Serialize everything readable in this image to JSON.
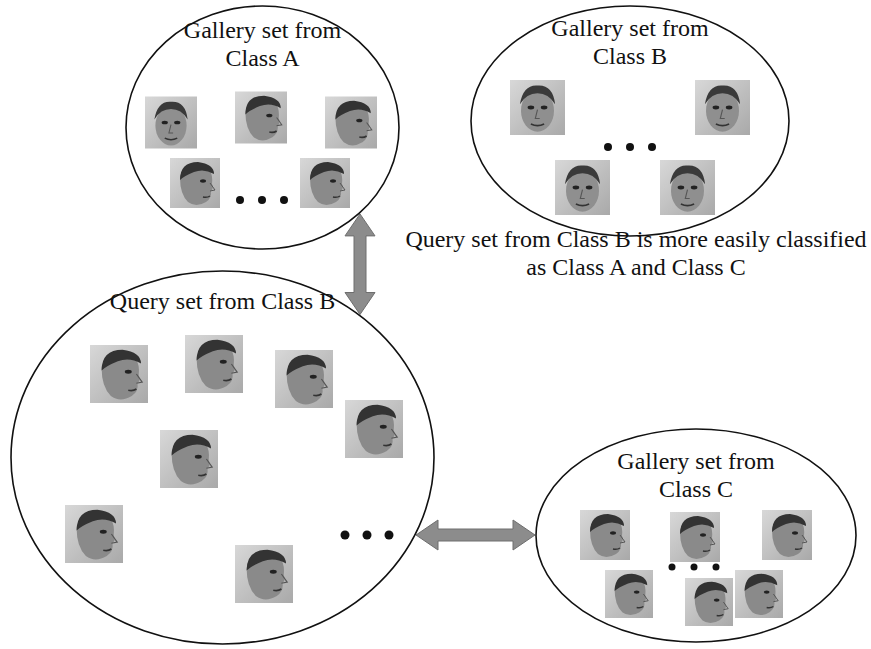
{
  "diagram": {
    "nodes": [
      {
        "text": [
          "Gallery set from Class A"
        ]
      },
      {
        "text": [
          "Gallery set from Class B"
        ]
      },
      {
        "text": [
          "Query set from Class B"
        ]
      },
      {
        "text": [
          "Gallery set from Class C"
        ]
      }
    ],
    "edges": [
      {
        "from": 2,
        "to": 0,
        "arrow": "both"
      },
      {
        "from": 2,
        "to": 3,
        "arrow": "both"
      }
    ],
    "labels": [
      "Query set from Class B is more easily classified as Class A and Class C"
    ]
  }
}
